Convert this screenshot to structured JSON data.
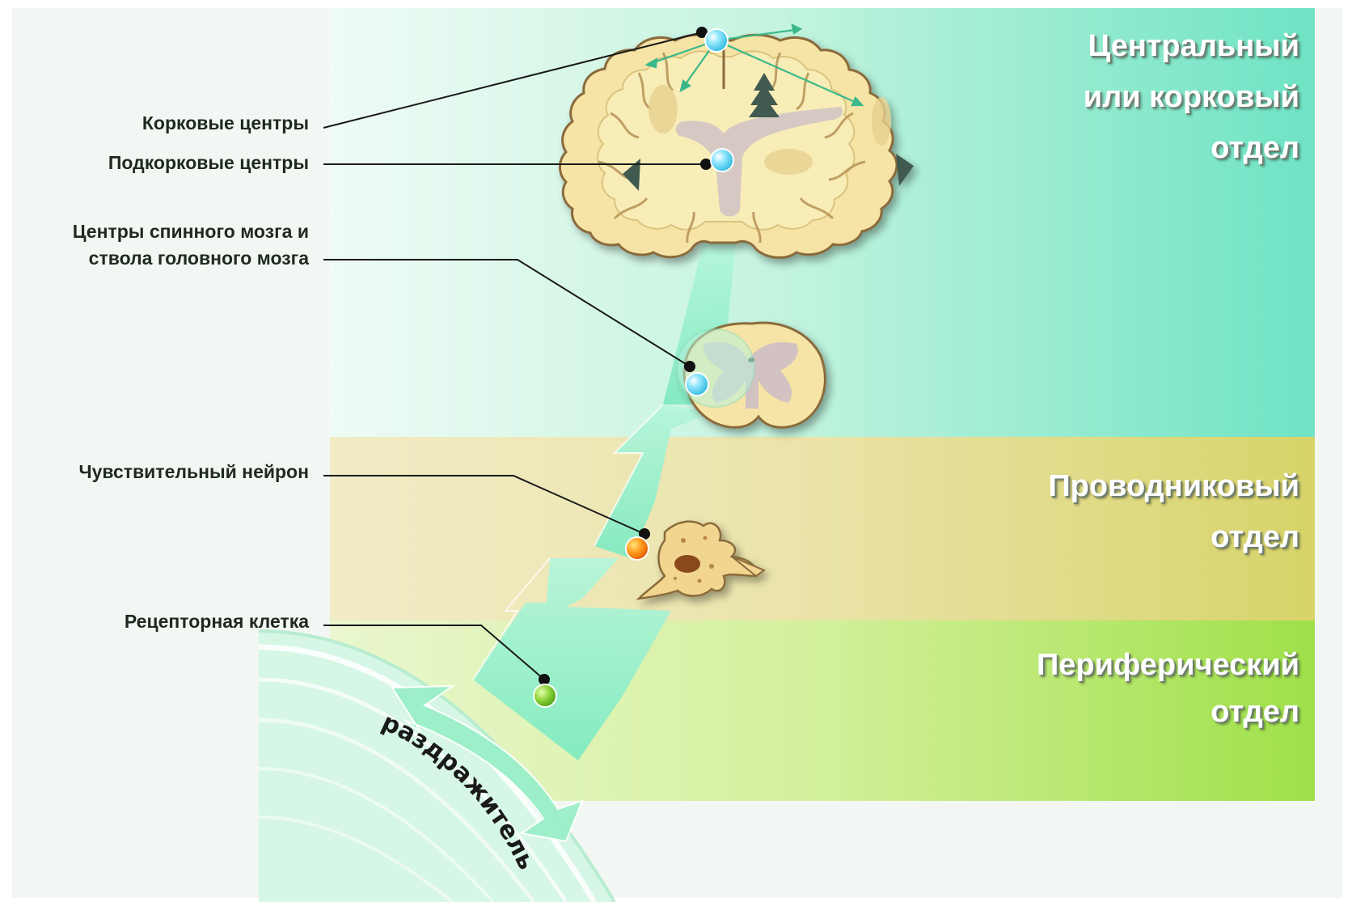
{
  "labels": {
    "cortical": "Корковые центры",
    "subcortical": "Подкорковые центры",
    "spinal_line1": "Центры спинного мозга и",
    "spinal_line2": "ствола головного мозга",
    "sensory_neuron": "Чувствительный нейрон",
    "receptor_cell": "Рецепторная клетка"
  },
  "zones": {
    "central": [
      "Центральный",
      "или корковый",
      "отдел"
    ],
    "conductive": [
      "Проводниковый",
      "отдел"
    ],
    "peripheral": [
      "Периферический",
      "отдел"
    ]
  },
  "stimulus": "раздражитель",
  "colors": {
    "central_zone": "#6fe3c4",
    "conductive_zone": "#d9d470",
    "peripheral_zone": "#9fe04a",
    "pathway": "#8ff0c8",
    "brain_fill": "#f6e4a6",
    "brain_outline": "#8a6a3a",
    "center_dot": "#5fd4f0",
    "neuron_dot": "#ff9a1a",
    "receptor_dot": "#8ed63a"
  }
}
